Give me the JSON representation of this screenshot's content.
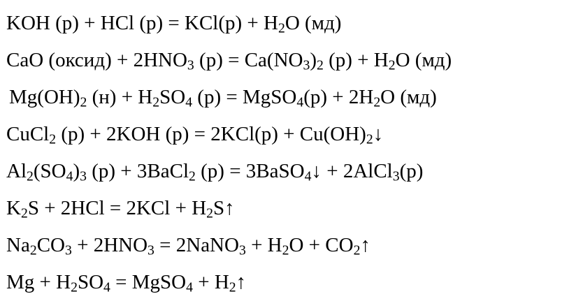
{
  "equations": [
    {
      "id": "eq1",
      "parts": [
        [
          "t",
          "KOH (р) + HCl (р) = KCl(р) + H"
        ],
        [
          "s",
          "2"
        ],
        [
          "t",
          "O (мд)"
        ]
      ]
    },
    {
      "id": "eq2",
      "parts": [
        [
          "t",
          "CaO (оксид) + 2HNO"
        ],
        [
          "s",
          "3"
        ],
        [
          "t",
          " (р) = Ca(NO"
        ],
        [
          "s",
          "3"
        ],
        [
          "t",
          ")"
        ],
        [
          "s",
          "2"
        ],
        [
          "t",
          " (р) + H"
        ],
        [
          "s",
          "2"
        ],
        [
          "t",
          "O (мд)"
        ]
      ]
    },
    {
      "id": "eq3",
      "parts": [
        [
          "t",
          "Mg(OH)"
        ],
        [
          "s",
          "2"
        ],
        [
          "t",
          " (н) + H"
        ],
        [
          "s",
          "2"
        ],
        [
          "t",
          "SO"
        ],
        [
          "s",
          "4"
        ],
        [
          "t",
          " (р) = MgSO"
        ],
        [
          "s",
          "4"
        ],
        [
          "t",
          "(р) + 2H"
        ],
        [
          "s",
          "2"
        ],
        [
          "t",
          "O (мд)"
        ]
      ]
    },
    {
      "id": "eq4",
      "parts": [
        [
          "t",
          "CuCl"
        ],
        [
          "s",
          "2"
        ],
        [
          "t",
          " (р) + 2KOH (р) = 2KCl(р) + Cu(OH)"
        ],
        [
          "s",
          "2"
        ],
        [
          "t",
          "↓"
        ]
      ]
    },
    {
      "id": "eq5",
      "parts": [
        [
          "t",
          "Al"
        ],
        [
          "s",
          "2"
        ],
        [
          "t",
          "(SO"
        ],
        [
          "s",
          "4"
        ],
        [
          "t",
          ")"
        ],
        [
          "s",
          "3"
        ],
        [
          "t",
          " (р) + 3BaCl"
        ],
        [
          "s",
          "2"
        ],
        [
          "t",
          " (р) = 3BaSO"
        ],
        [
          "s",
          "4"
        ],
        [
          "t",
          "↓ + 2AlCl"
        ],
        [
          "s",
          "3"
        ],
        [
          "t",
          "(р)"
        ]
      ]
    },
    {
      "id": "eq6",
      "parts": [
        [
          "t",
          "K"
        ],
        [
          "s",
          "2"
        ],
        [
          "t",
          "S + 2HCl = 2KCl + H"
        ],
        [
          "s",
          "2"
        ],
        [
          "t",
          "S↑"
        ]
      ]
    },
    {
      "id": "eq7",
      "parts": [
        [
          "t",
          "Na"
        ],
        [
          "s",
          "2"
        ],
        [
          "t",
          "CO"
        ],
        [
          "s",
          "3"
        ],
        [
          "t",
          " + 2HNO"
        ],
        [
          "s",
          "3"
        ],
        [
          "t",
          " = 2NaNO"
        ],
        [
          "s",
          "3"
        ],
        [
          "t",
          " + H"
        ],
        [
          "s",
          "2"
        ],
        [
          "t",
          "O + CO"
        ],
        [
          "s",
          "2"
        ],
        [
          "t",
          "↑"
        ]
      ]
    },
    {
      "id": "eq8",
      "parts": [
        [
          "t",
          "Mg + H"
        ],
        [
          "s",
          "2"
        ],
        [
          "t",
          "SO"
        ],
        [
          "s",
          "4"
        ],
        [
          "t",
          " = MgSO"
        ],
        [
          "s",
          "4"
        ],
        [
          "t",
          " + H"
        ],
        [
          "s",
          "2"
        ],
        [
          "t",
          "↑"
        ]
      ]
    }
  ]
}
